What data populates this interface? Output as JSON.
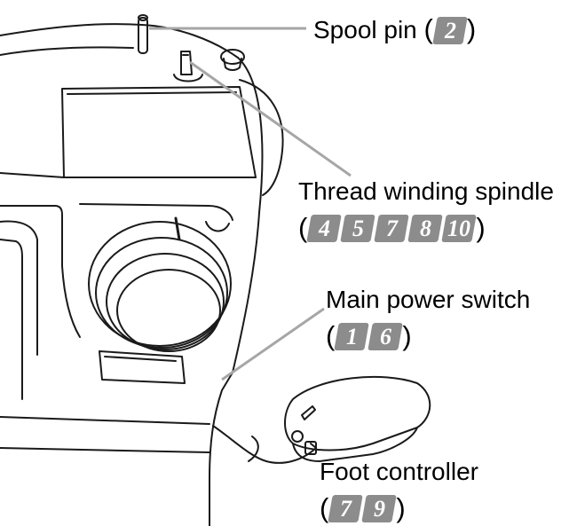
{
  "labels": {
    "spool_pin": {
      "text": "Spool pin",
      "open": "(",
      "close": ")",
      "steps": [
        "2"
      ]
    },
    "winding_spindle": {
      "text": "Thread winding spindle",
      "open": "(",
      "close": ")",
      "steps": [
        "4",
        "5",
        "7",
        "8",
        "10"
      ]
    },
    "power_switch": {
      "text": "Main power switch",
      "open": "(",
      "close": ")",
      "steps": [
        "1",
        "6"
      ]
    },
    "foot_controller": {
      "text": "Foot controller",
      "open": "(",
      "close": ")",
      "steps": [
        "7",
        "9"
      ]
    }
  },
  "colors": {
    "badge": "#8c8c8c",
    "leader_line": "#a6a6a6",
    "outline": "#1a1a1a"
  }
}
